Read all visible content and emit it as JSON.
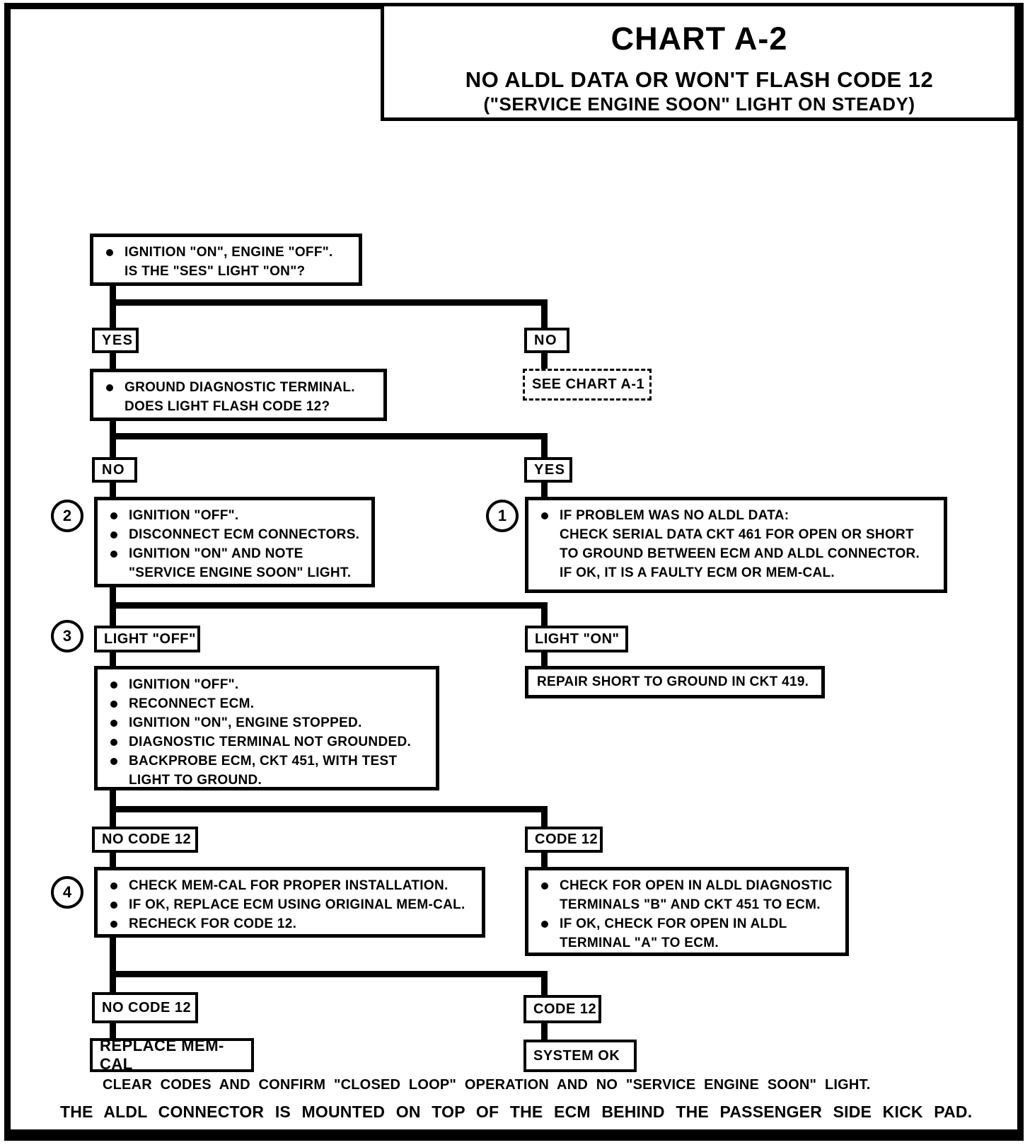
{
  "title": {
    "heading": "CHART A-2",
    "subheading1": "NO ALDL DATA OR WON'T FLASH CODE 12",
    "subheading2": "(\"SERVICE ENGINE SOON\" LIGHT ON STEADY)"
  },
  "steps": {
    "ses_check": {
      "lines": [
        "IGNITION \"ON\", ENGINE \"OFF\".",
        "IS THE \"SES\" LIGHT \"ON\"?"
      ]
    },
    "yes1": "YES",
    "no1": "NO",
    "see_chart_a1": "SEE CHART A-1",
    "ground_check": {
      "lines": [
        "GROUND DIAGNOSTIC TERMINAL.",
        "DOES LIGHT FLASH CODE 12?"
      ]
    },
    "no2": "NO",
    "yes2": "YES",
    "step2": {
      "number": "2",
      "lines": [
        "IGNITION \"OFF\".",
        "DISCONNECT ECM CONNECTORS.",
        "IGNITION \"ON\" AND NOTE",
        "\"SERVICE ENGINE SOON\" LIGHT."
      ]
    },
    "step1": {
      "number": "1",
      "lines": [
        "IF PROBLEM WAS NO ALDL DATA:",
        "CHECK SERIAL DATA CKT 461 FOR OPEN OR SHORT",
        "TO GROUND BETWEEN ECM AND ALDL CONNECTOR.",
        "IF OK, IT IS A FAULTY ECM OR MEM-CAL."
      ]
    },
    "step3": {
      "number": "3",
      "label": "LIGHT \"OFF\""
    },
    "light_on": "LIGHT \"ON\"",
    "backprobe": {
      "lines": [
        "IGNITION \"OFF\".",
        "RECONNECT ECM.",
        "IGNITION \"ON\", ENGINE STOPPED.",
        "DIAGNOSTIC TERMINAL NOT GROUNDED.",
        "BACKPROBE ECM, CKT 451, WITH TEST",
        "LIGHT TO GROUND."
      ]
    },
    "repair_short": "REPAIR SHORT TO GROUND IN CKT 419.",
    "no_code12_a": "NO CODE 12",
    "code12_a": "CODE 12",
    "step4": {
      "number": "4",
      "lines": [
        "CHECK MEM-CAL FOR PROPER INSTALLATION.",
        "IF OK, REPLACE ECM USING ORIGINAL MEM-CAL.",
        "RECHECK FOR CODE 12."
      ]
    },
    "aldl_open_check": {
      "lines": [
        "CHECK FOR OPEN IN ALDL DIAGNOSTIC",
        "TERMINALS \"B\" AND CKT 451 TO ECM.",
        "IF OK, CHECK FOR OPEN IN ALDL",
        "TERMINAL \"A\" TO ECM."
      ]
    },
    "no_code12_b": "NO CODE 12",
    "code12_b": "CODE 12",
    "replace_memcal": "REPLACE MEM-CAL",
    "system_ok": "SYSTEM OK"
  },
  "footer": {
    "line1": "CLEAR CODES AND CONFIRM \"CLOSED LOOP\" OPERATION AND NO \"SERVICE ENGINE SOON\" LIGHT.",
    "line2": "THE ALDL CONNECTOR IS MOUNTED ON TOP OF THE ECM BEHIND THE PASSENGER SIDE KICK PAD."
  },
  "colors": {
    "ink": "#000000",
    "paper": "#ffffff"
  }
}
